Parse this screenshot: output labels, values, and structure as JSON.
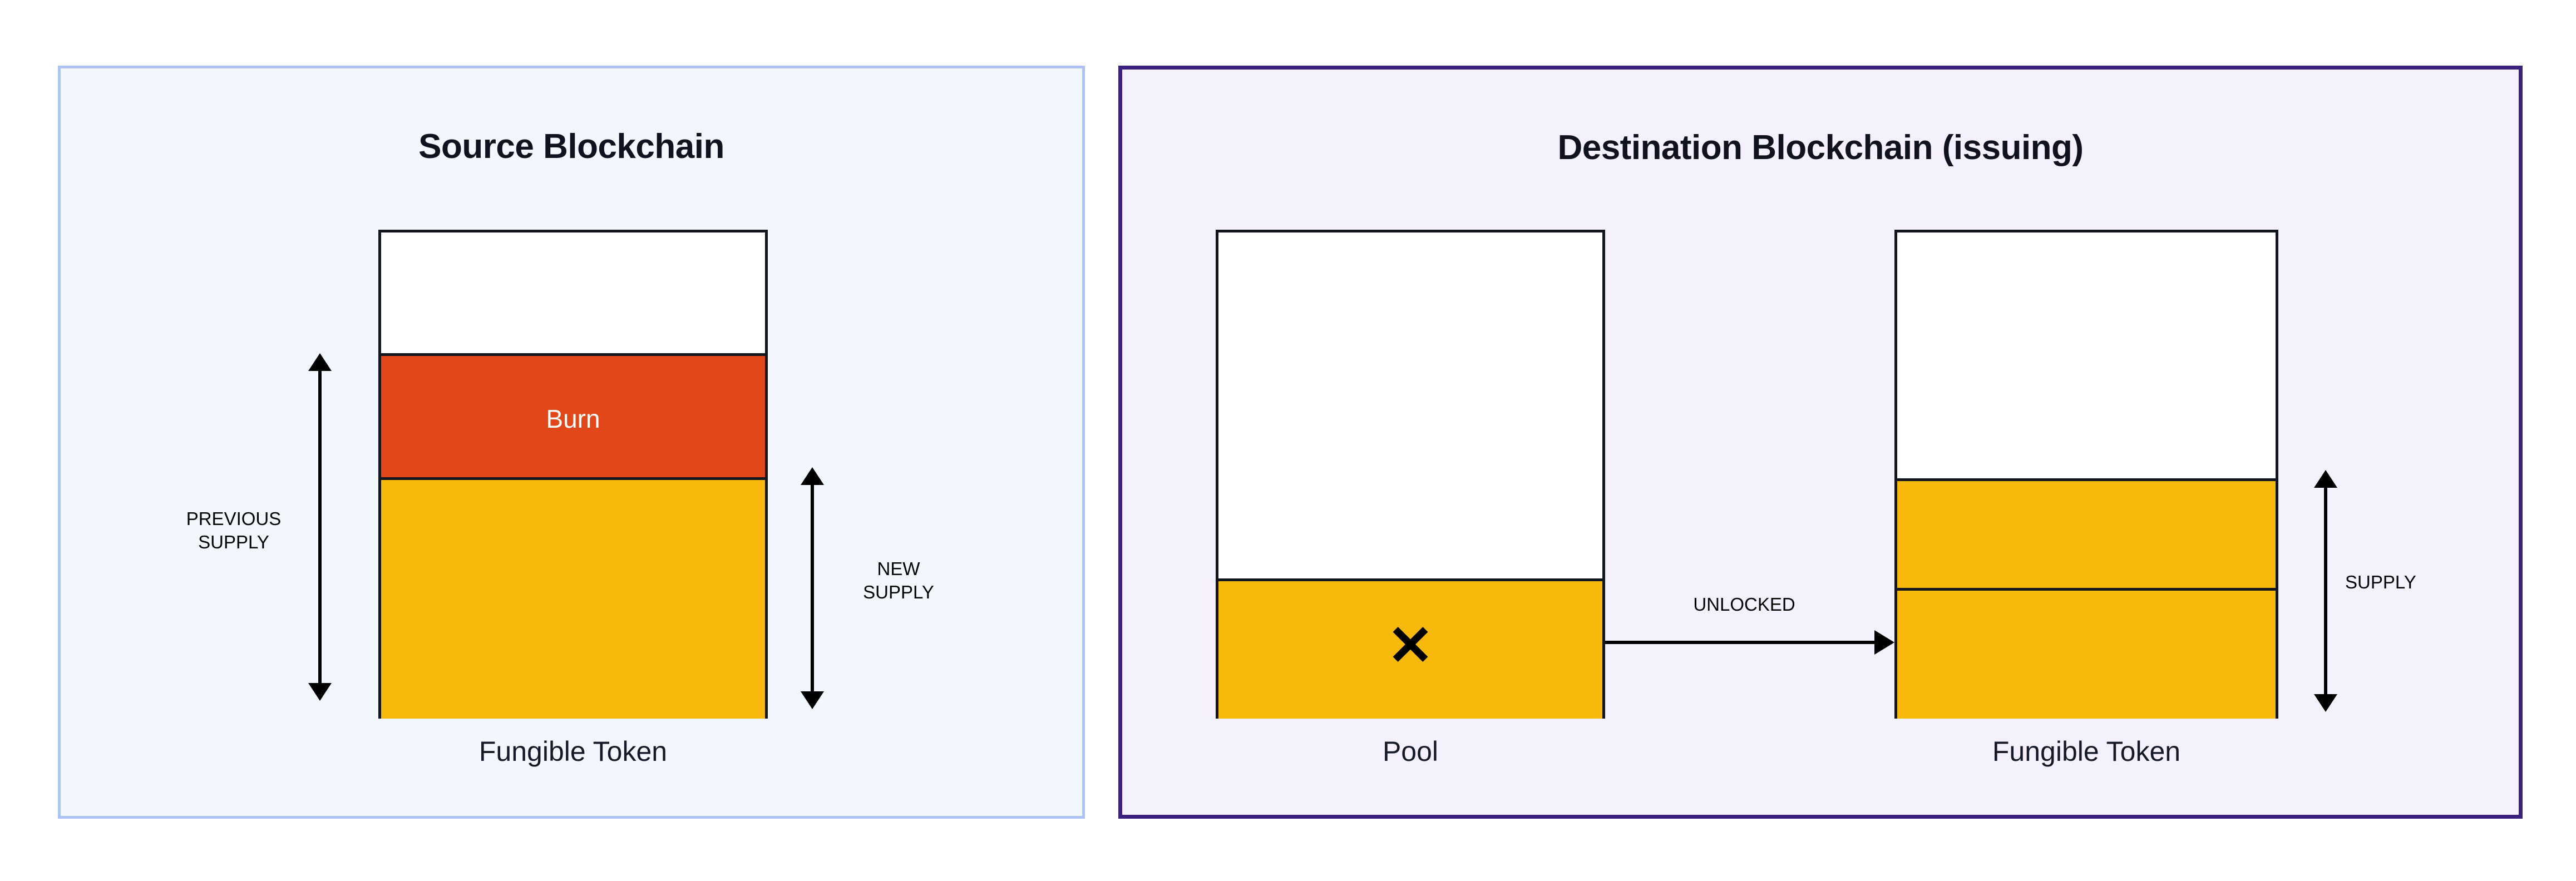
{
  "diagram": {
    "title": "Burn and unlock token bridging flow",
    "colors": {
      "token_yellow": "#F7B90B",
      "burn_red": "#E2471A",
      "outline": "#14161F",
      "source_panel_bg": "#F2F6FD",
      "source_panel_border": "#AEC3F5",
      "dest_panel_bg": "#F4F1FD",
      "dest_panel_border": "#3B2080",
      "caption_text": "#151929"
    }
  },
  "source_panel": {
    "title": "Source Blockchain",
    "token_bar": {
      "caption": "Fungible Token",
      "segments": [
        {
          "name": "empty-headroom",
          "label": "",
          "fill": "white"
        },
        {
          "name": "burn",
          "label": "Burn",
          "fill": "burn_red"
        },
        {
          "name": "remaining-supply",
          "label": "",
          "fill": "token_yellow"
        }
      ]
    },
    "measures": [
      {
        "name": "previous-supply",
        "label": "PREVIOUS\nSUPPLY",
        "side": "left"
      },
      {
        "name": "new-supply",
        "label": "NEW\nSUPPLY",
        "side": "right"
      }
    ]
  },
  "destination_panel": {
    "title": "Destination Blockchain (issuing)",
    "pool_bar": {
      "caption": "Pool",
      "mark": "✕",
      "mark_name": "cross-mark",
      "segments": [
        {
          "name": "pool-empty",
          "label": "",
          "fill": "white"
        },
        {
          "name": "pool-locked",
          "label": "",
          "fill": "token_yellow"
        }
      ]
    },
    "flow_arrow": {
      "label": "UNLOCKED",
      "direction": "right"
    },
    "token_bar": {
      "caption": "Fungible Token",
      "segments": [
        {
          "name": "empty-headroom",
          "label": "",
          "fill": "white"
        },
        {
          "name": "existing-supply",
          "label": "",
          "fill": "token_yellow"
        },
        {
          "name": "unlocked-supply",
          "label": "",
          "fill": "token_yellow"
        }
      ]
    },
    "measures": [
      {
        "name": "supply",
        "label": "SUPPLY",
        "side": "right"
      }
    ]
  }
}
